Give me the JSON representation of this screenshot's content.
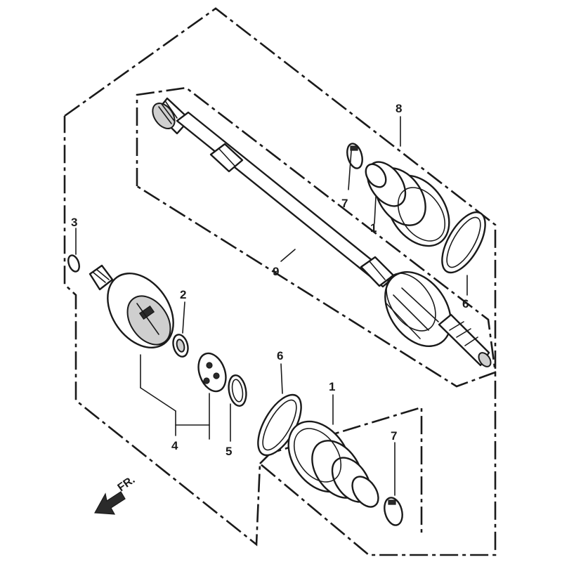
{
  "diagram": {
    "callouts": {
      "c1_top": "1",
      "c1_bottom": "1",
      "c2": "2",
      "c3": "3",
      "c4": "4",
      "c5": "5",
      "c6_top": "6",
      "c6_bottom": "6",
      "c7_top": "7",
      "c7_bottom": "7",
      "c8": "8",
      "c9": "9"
    },
    "direction_label": "FR.",
    "colors": {
      "ink": "#1a1a1a",
      "background": "#ffffff"
    }
  }
}
